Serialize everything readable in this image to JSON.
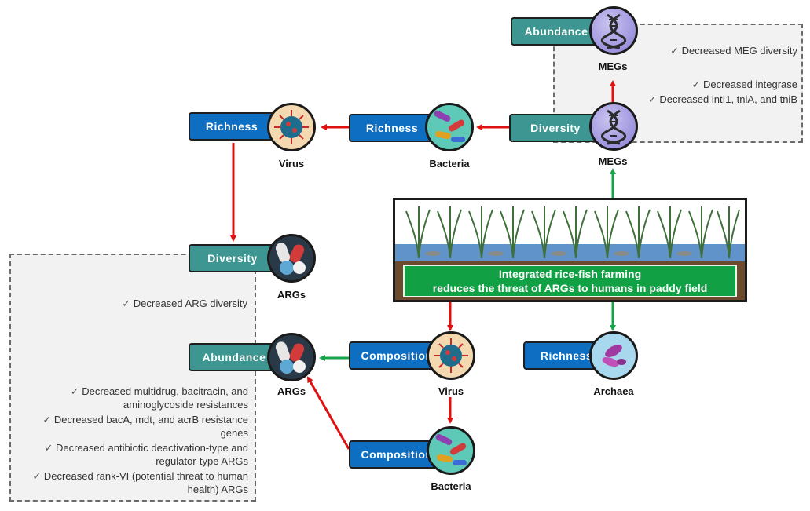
{
  "field": {
    "line1": "Integrated rice-fish farming",
    "line2": "reduces the threat of ARGs to humans in paddy field"
  },
  "nodes": {
    "meg_top": "MEGs",
    "meg_mid": "MEGs",
    "bacteria_top": "Bacteria",
    "virus_top": "Virus",
    "args_div": "ARGs",
    "args_ab": "ARGs",
    "virus_bottom": "Virus",
    "bacteria_bottom": "Bacteria",
    "archaea": "Archaea"
  },
  "tags": {
    "meg_abundance": "Abundance",
    "meg_diversity": "Diversity",
    "bacteria_richness": "Richness",
    "virus_richness": "Richness",
    "arg_diversity": "Diversity",
    "arg_abundance": "Abundance",
    "virus_composition": "Composition",
    "bacteria_composition": "Composition",
    "archaea_richness": "Richness"
  },
  "meg_notes": [
    "Decreased MEG diversity",
    "Decreased integrase",
    "Decreased intI1, tniA, and tniB"
  ],
  "arg_diversity_notes": [
    "Decreased ARG diversity"
  ],
  "arg_abundance_notes": [
    "Decreased multidrug, bacitracin, and aminoglycoside resistances",
    "Decreased bacA, mdt, and acrB resistance genes",
    "Decreased antibiotic deactivation-type and regulator-type ARGs",
    "Decreased rank-VI (potential threat to human health) ARGs"
  ],
  "colors": {
    "decrease_arrow": "#e01010",
    "increase_arrow": "#17a34a",
    "teal_tag": "#3d9691",
    "blue_tag": "#0d6ec2",
    "banner": "#11a144"
  },
  "icons": {
    "megs": "dna-icon",
    "bacteria": "bacteria-icon",
    "virus": "virus-icon",
    "args": "pills-icon",
    "archaea": "archaea-icon"
  }
}
